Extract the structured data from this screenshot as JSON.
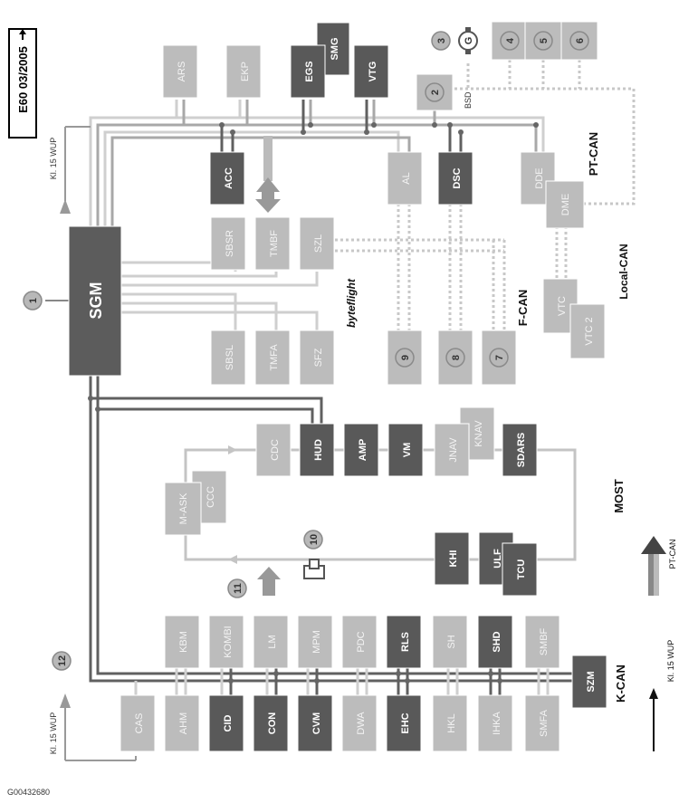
{
  "header": {
    "title": "E60 03/2005"
  },
  "footer": {
    "code": "G00432680"
  },
  "labels": {
    "kl15_top": "Kl. 15 WUP",
    "kl15_bottom": "Kl. 15 WUP",
    "kl15_legend": "Kl. 15 WUP",
    "pt_can": "PT-CAN",
    "local_can": "Local-CAN",
    "f_can": "F-CAN",
    "byteflight": "byteflight",
    "most": "MOST",
    "k_can": "K-CAN",
    "pt_can_legend": "PT-CAN",
    "bsd": "BSD"
  },
  "modules": {
    "sgm": "SGM",
    "ars": "ARS",
    "ekp": "EKP",
    "egs": "EGS",
    "smg": "SMG",
    "vtg": "VTG",
    "acc": "ACC",
    "al": "AL",
    "dsc": "DSC",
    "dde": "DDE",
    "dme": "DME",
    "vtc": "VTC",
    "vtc2": "VTC 2",
    "sbsr": "SBSR",
    "tmbf": "TMBF",
    "szl": "SZL",
    "sbsl": "SBSL",
    "tmfa": "TMFA",
    "sfz": "SFZ",
    "cdc": "CDC",
    "hud": "HUD",
    "amp": "AMP",
    "vm": "VM",
    "jnav": "JNAV",
    "knav": "KNAV",
    "sdars": "SDARS",
    "mask": "M-ASK",
    "ccc": "CCC",
    "khi": "KHI",
    "ulf": "ULF",
    "tcu": "TCU",
    "kbm": "KBM",
    "kombi": "KOMBI",
    "lm": "LM",
    "mpm": "MPM",
    "pdc": "PDC",
    "rls": "RLS",
    "sh": "SH",
    "shd": "SHD",
    "smbf": "SMBF",
    "cas": "CAS",
    "ahm": "AHM",
    "cid": "CID",
    "con": "CON",
    "cvm": "CVM",
    "dwa": "DWA",
    "ehc": "EHC",
    "hkl": "HKL",
    "ihka": "IHKA",
    "smfa": "SMFA",
    "szm": "SZM"
  },
  "callouts": {
    "c1": "1",
    "c2": "2",
    "c3": "3",
    "c4": "4",
    "c5": "5",
    "c6": "6",
    "c7": "7",
    "c8": "8",
    "c9": "9",
    "c10": "10",
    "c11": "11",
    "c12": "12"
  },
  "colors": {
    "light": "#bcbcbc",
    "medium": "#a8a8a8",
    "dark": "#595959",
    "darker": "#4a4a4a",
    "bus": "#999999",
    "kbus": "#5a5a5a",
    "text_light": "#ffffff",
    "text_dark": "#111111"
  }
}
